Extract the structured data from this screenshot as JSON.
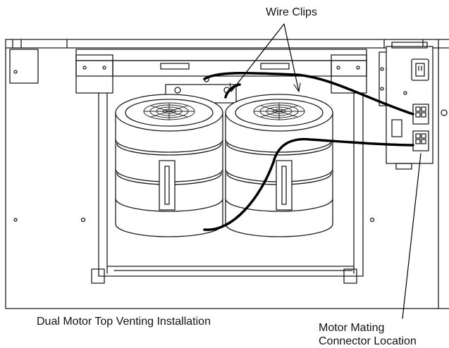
{
  "labels": {
    "wire_clips": "Wire Clips",
    "caption": "Dual Motor Top Venting Installation",
    "connector_line1": "Motor Mating",
    "connector_line2": "Connector Location"
  },
  "colors": {
    "line": "#1a1a1a",
    "cable": "#000000",
    "fan_body": "#ffffff",
    "background": "#ffffff"
  },
  "icons": [
    "fan-grille-icon",
    "power-inlet-icon",
    "connector-icon"
  ]
}
